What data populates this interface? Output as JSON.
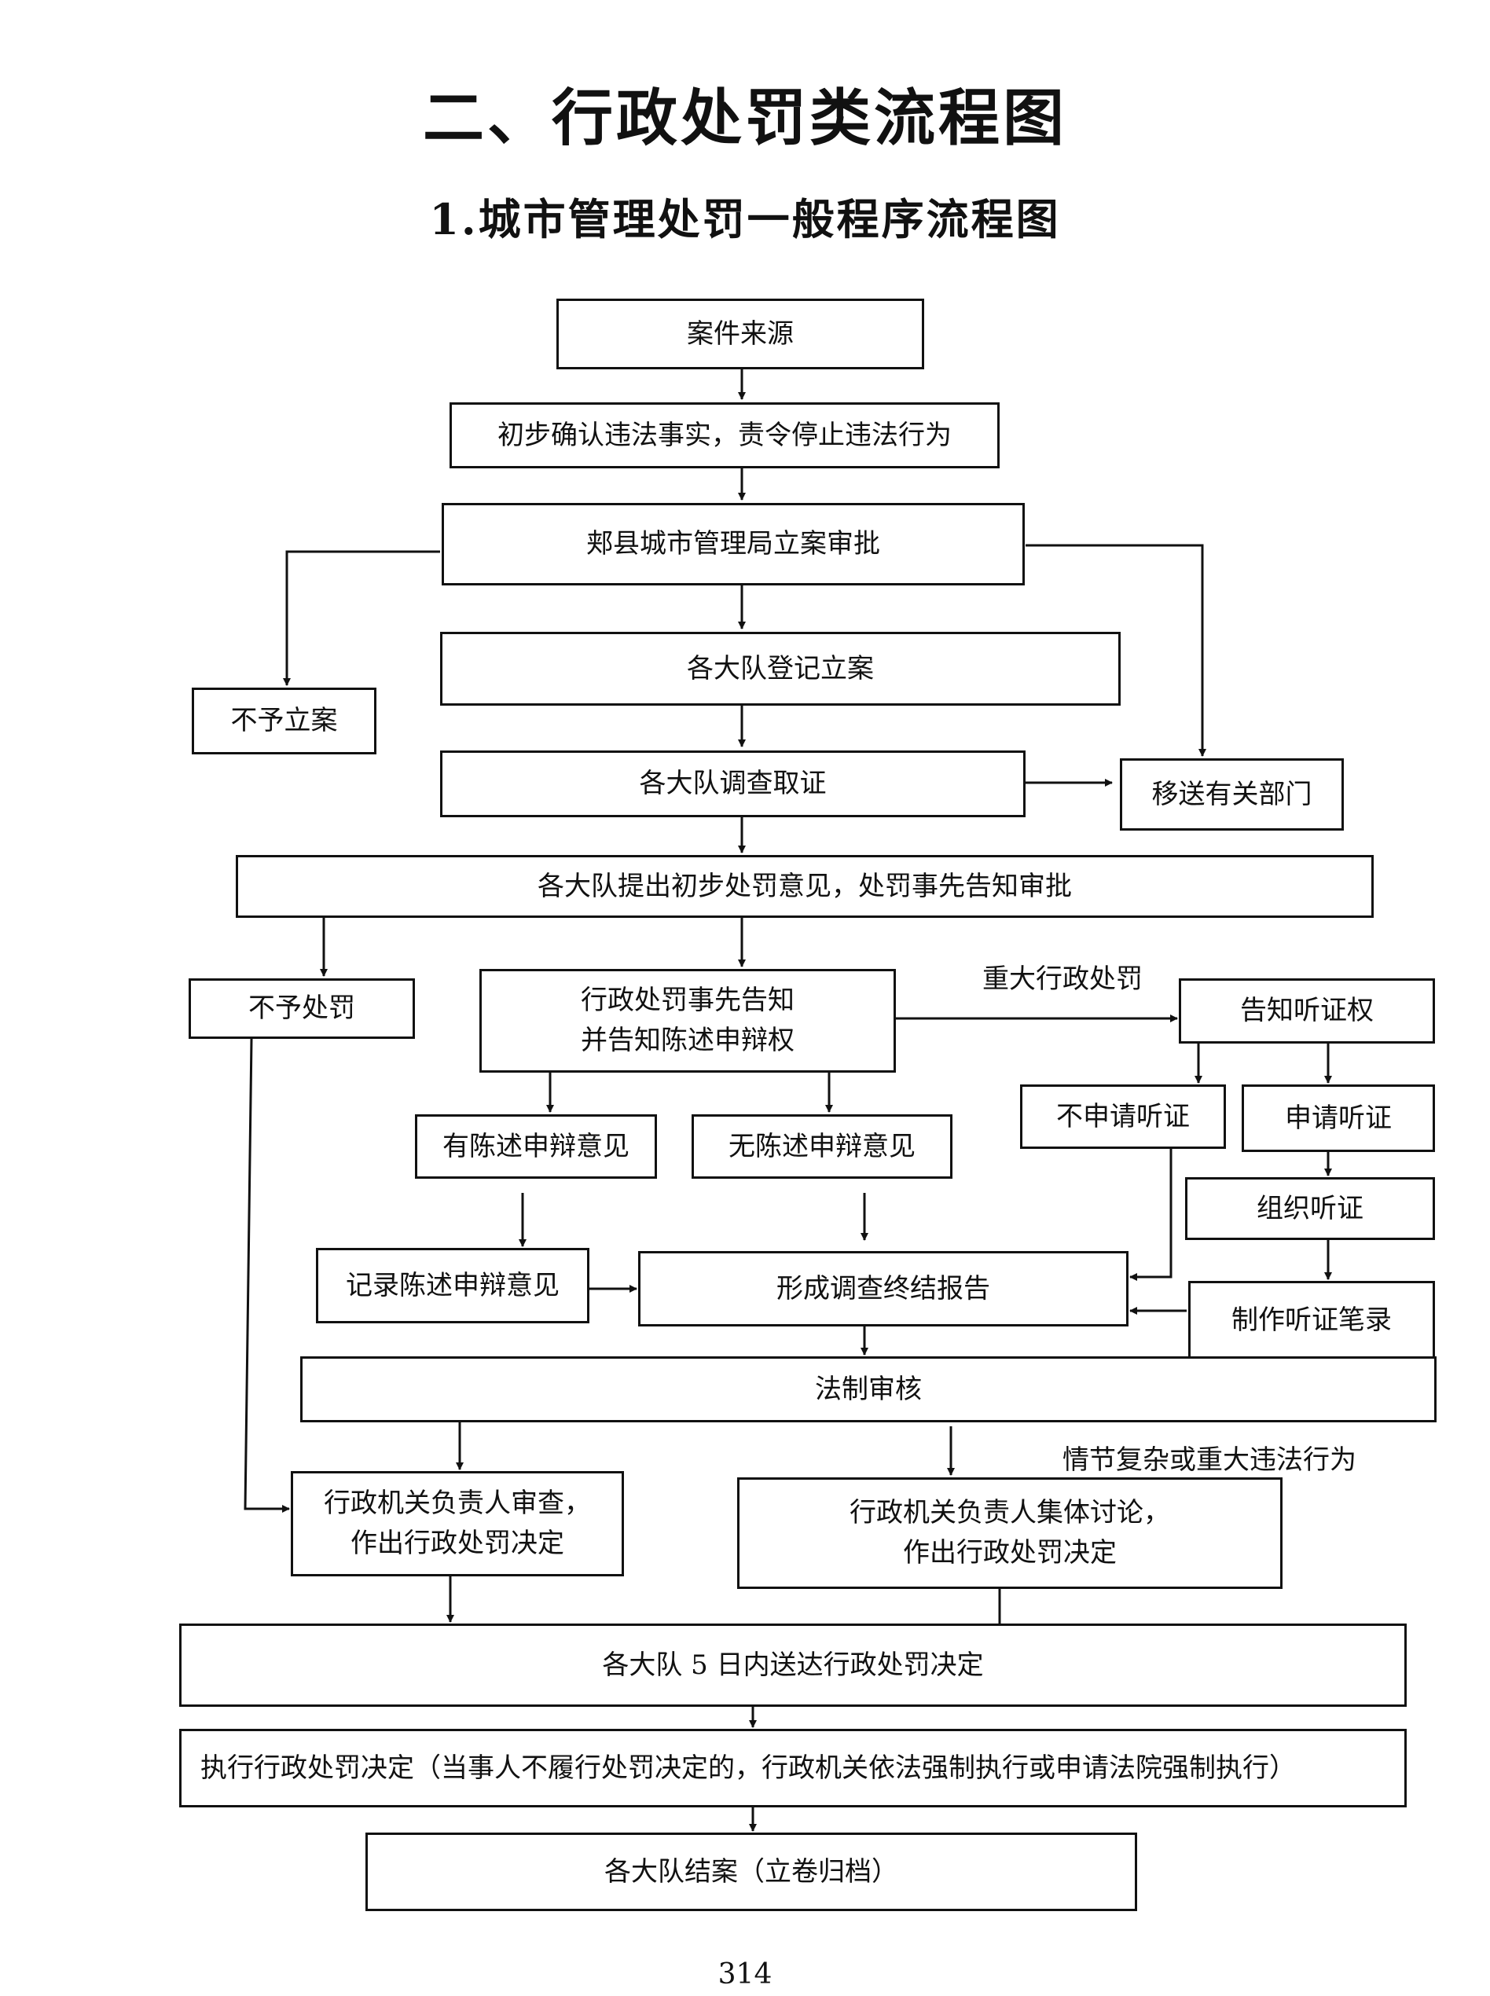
{
  "title": "二、行政处罚类流程图",
  "subtitle": "1.城市管理处罚一般程序流程图",
  "nodes": {
    "case_source": "案件来源",
    "preliminary_confirm": "初步确认违法事实，责令停止违法行为",
    "filing_approval": "郏县城市管理局立案审批",
    "register_case": "各大队登记立案",
    "no_case": "不予立案",
    "investigate": "各大队调查取证",
    "transfer": "移送有关部门",
    "penalty_opinion": "各大队提出初步处罚意见，处罚事先告知审批",
    "no_penalty": "不予处罚",
    "prior_notice_line1": "行政处罚事先告知",
    "prior_notice_line2": "并告知陈述申辩权",
    "notify_hearing": "告知听证权",
    "has_defense": "有陈述申辩意见",
    "no_defense": "无陈述申辩意见",
    "no_hearing": "不申请听证",
    "apply_hearing": "申请听证",
    "organize_hearing": "组织听证",
    "record_defense": "记录陈述申辩意见",
    "final_report": "形成调查终结报告",
    "hearing_record": "制作听证笔录",
    "legal_review": "法制审核",
    "head_review_line1": "行政机关负责人审查，",
    "head_review_line2": "作出行政处罚决定",
    "collective_line1": "行政机关负责人集体讨论，",
    "collective_line2": "作出行政处罚决定",
    "deliver": "各大队 5 日内送达行政处罚决定",
    "execute": "执行行政处罚决定（当事人不履行处罚决定的，行政机关依法强制执行或申请法院强制执行）",
    "close_case": "各大队结案（立卷归档）"
  },
  "labels": {
    "major_penalty": "重大行政处罚",
    "complex_case": "情节复杂或重大违法行为"
  },
  "page_number": "314"
}
